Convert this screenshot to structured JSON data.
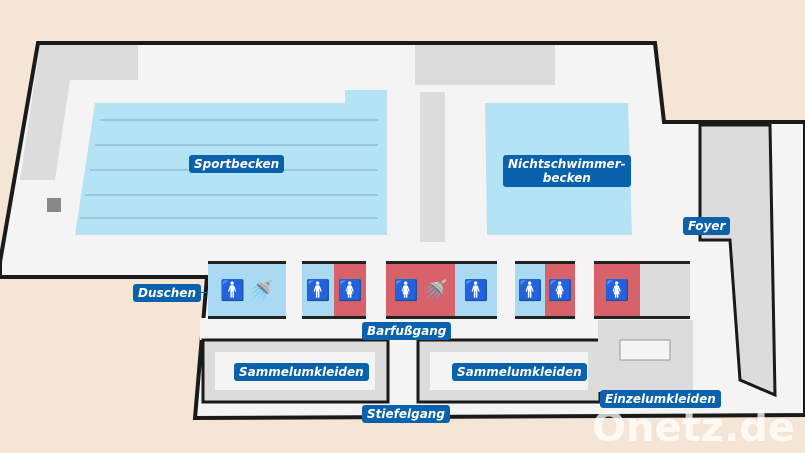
{
  "labels": {
    "sportbecken": "Sportbecken",
    "nichtschwimmer_line1": "Nichtschwimmer-",
    "nichtschwimmer_line2": "becken",
    "foyer": "Foyer",
    "duschen": "Duschen",
    "barfussgang": "Barfußgang",
    "sammelumkleiden_1": "Sammelumkleiden",
    "sammelumkleiden_2": "Sammelumkleiden",
    "stiefelgang": "Stiefelgang",
    "einzelumkleiden": "Einzelumkleiden"
  },
  "watermark": "Onetz.de",
  "colors": {
    "men": "#a9d9f3",
    "women": "#d7626a",
    "label": "#0b62ac",
    "background": "#f5e5d5"
  }
}
